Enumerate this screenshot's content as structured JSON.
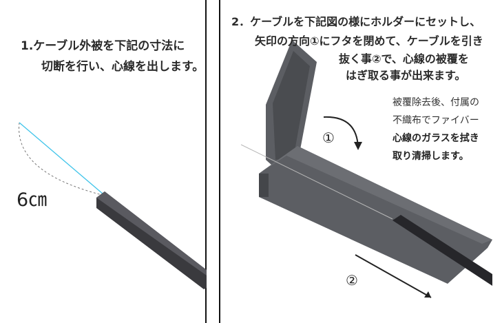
{
  "step1": {
    "line1": "1.ケーブル外被を下記の寸法に",
    "line2": "切断を行い、心線を出します。",
    "dimension": "6㎝"
  },
  "step2": {
    "line1": "2．ケーブルを下記図の様にホルダーにセットし、",
    "line2": "矢印の方向①にフタを閉めて、ケーブルを引き",
    "line3": "抜く事②で、心線の被覆を",
    "line4": "はぎ取る事が出来ます。",
    "marker1": "①",
    "marker2": "②"
  },
  "note": {
    "line1": "被覆除去後、付属の",
    "line2": "不織布でファイバー",
    "line3": "心線のガラスを拭き",
    "line4": "取り清掃します。"
  },
  "colors": {
    "fiber": "#3fc4ea",
    "cable": "#3a3a3e",
    "holder": "#5c5e63",
    "holder_dark": "#44464a",
    "text": "#2a2a2a"
  }
}
